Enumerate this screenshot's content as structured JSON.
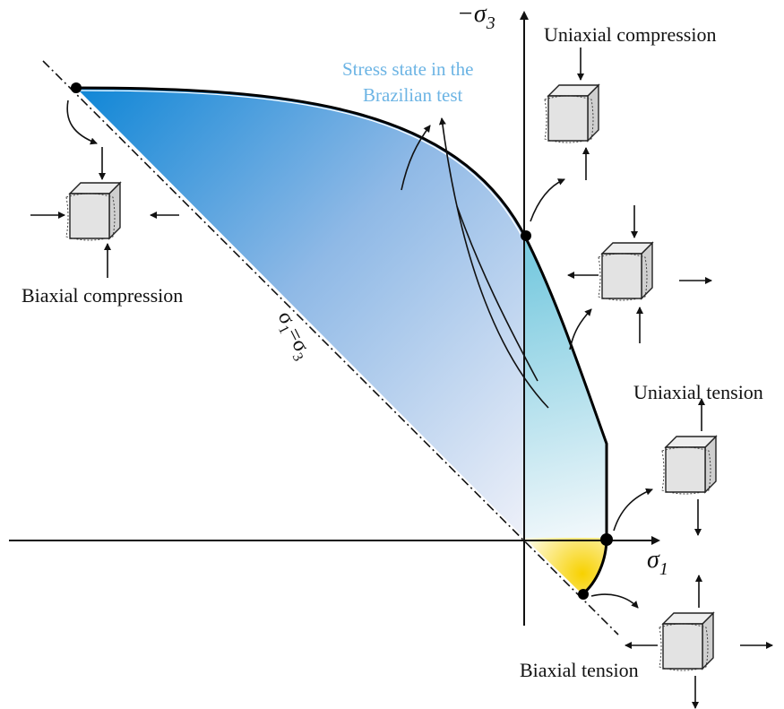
{
  "axes": {
    "x_label": "σ",
    "x_sub": "1",
    "y_label": "−σ",
    "y_sub": "3"
  },
  "diagonal_label": {
    "left": "σ",
    "left_sub": "1",
    "eq": "=",
    "right": "σ",
    "right_sub": "3"
  },
  "annotations": {
    "brazilian_line1": "Stress state in the",
    "brazilian_line2": "Brazilian test",
    "brazilian_color": "#6cb4e4"
  },
  "loading_cases": [
    {
      "id": "uniaxial-compression",
      "label": "Uniaxial compression"
    },
    {
      "id": "biaxial-compression",
      "label": "Biaxial compression"
    },
    {
      "id": "uniaxial-tension",
      "label": "Uniaxial tension"
    },
    {
      "id": "biaxial-tension",
      "label": "Biaxial tension"
    }
  ],
  "colors": {
    "compression_fill_dark": "#0f86d6",
    "compression_fill_light": "#eef2fa",
    "tension_fill": "#f6d71a",
    "envelope": "#000000"
  }
}
